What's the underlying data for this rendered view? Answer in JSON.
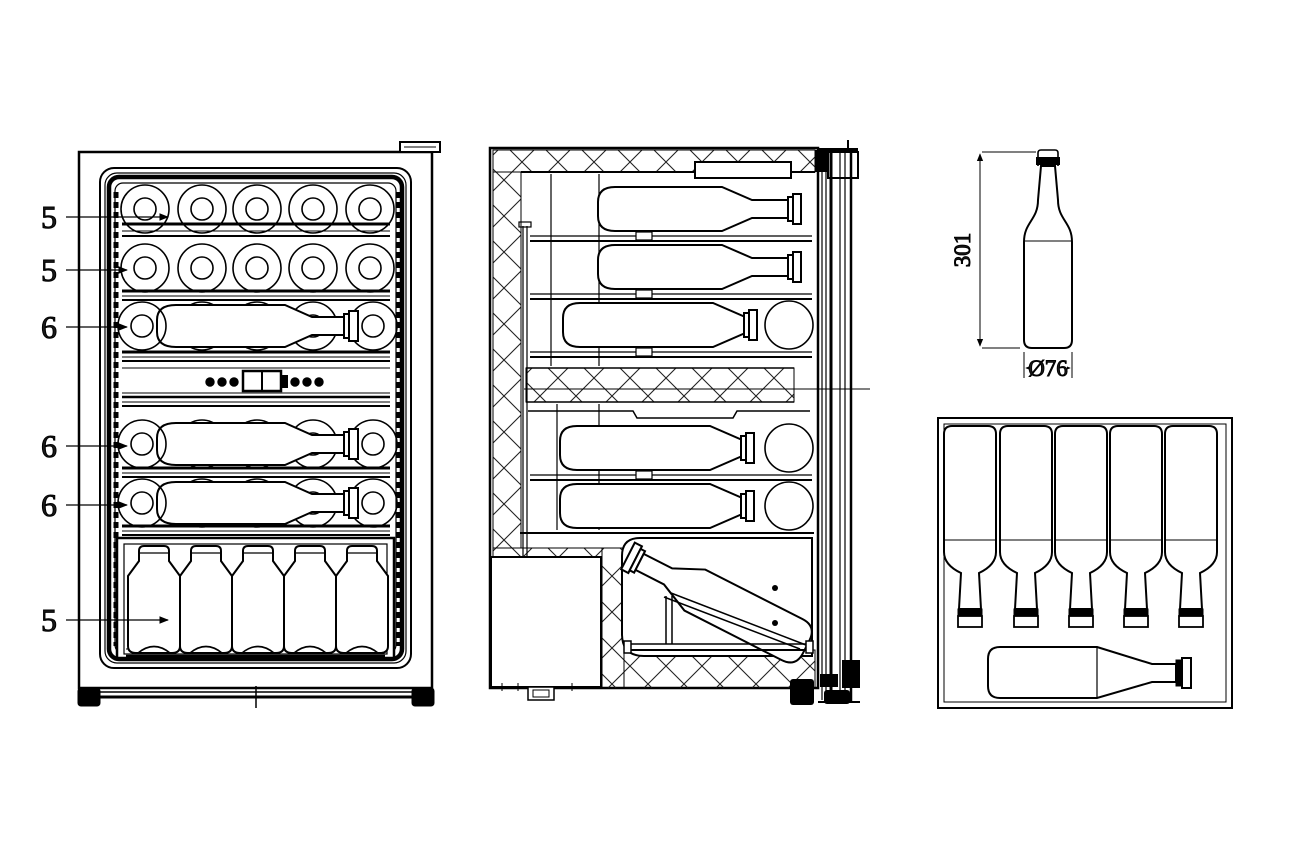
{
  "colors": {
    "line": "#000000",
    "background": "#ffffff"
  },
  "front_view": {
    "callouts": [
      {
        "label": "5"
      },
      {
        "label": "5"
      },
      {
        "label": "6"
      },
      {
        "label": "6"
      },
      {
        "label": "6"
      },
      {
        "label": "5"
      }
    ]
  },
  "bottle_view": {
    "height": "301",
    "diameter": "Ø76"
  }
}
